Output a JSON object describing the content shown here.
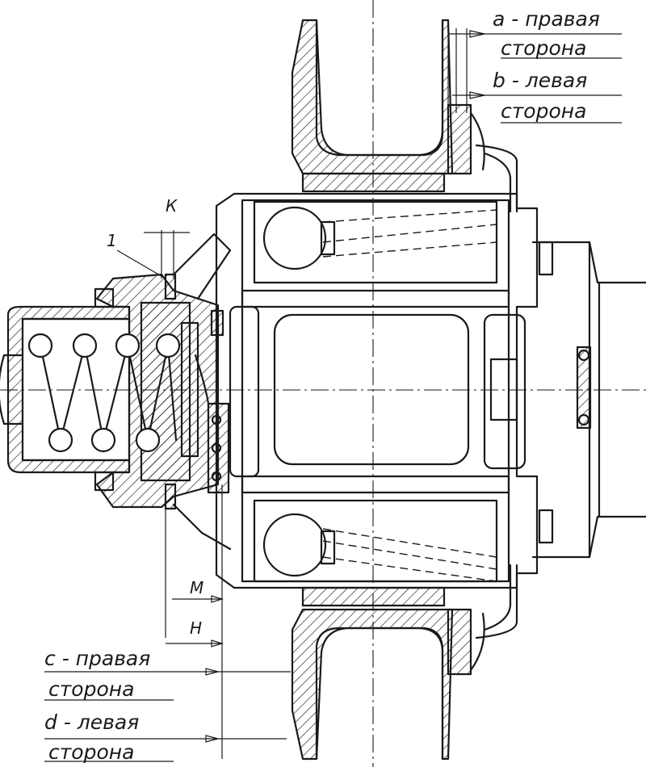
{
  "labels": {
    "a": "а - правая",
    "a_sub": "сторона",
    "b": "b - левая",
    "b_sub": "сторона",
    "c": "с - правая",
    "c_sub": "сторона",
    "d": "d - левая",
    "d_sub": "сторона",
    "K": "К",
    "one": "1",
    "M": "М",
    "H": "Н"
  },
  "colors": {
    "ink": "#1a1a1a",
    "paper": "#ffffff"
  }
}
